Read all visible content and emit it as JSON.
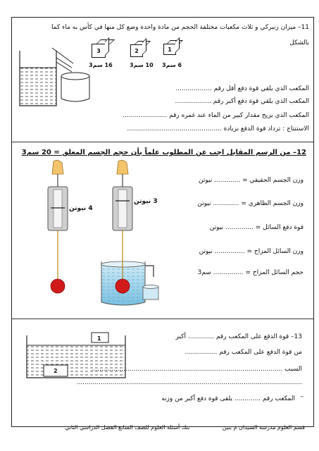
{
  "q11": {
    "title": "11– ميزان زنبركي و ثلاث مكعبات مختلفة الحجم من مادة واحدة وضع كل منها في كأس به ماء كما",
    "title_line2": "بالشكل",
    "cubes": [
      {
        "label": "3",
        "volume": "16 سم3"
      },
      {
        "label": "2",
        "volume": "10 سم3"
      },
      {
        "label": "1",
        "volume": "6 سم3"
      }
    ],
    "lines": [
      "المكعب الذي يلقي قوة دفع أقل رقم ..................",
      "المكعب الذي يلقي قوة دفع أكبر رقم ..................",
      "المكعب الذي يزيح مقدار كبير من الماء عند غمره رقم ......................",
      "الاستنتاج : تزداد قوة الدفع بزيادة ..............................................."
    ]
  },
  "q12": {
    "title": "12– من الرسم المقابل اجب عن المطلوب علماً بأن حجم الجسم المعلق = 20 سم3",
    "reading_left": "4 نيوتن",
    "reading_right": "3 نيوتن",
    "lines": [
      "وزن الجسم الحقيقي = ............. نيوتن",
      "وزن الجسم الظاهري = ............. نيوتن",
      "قوة دفع السائل = .............. نيوتن",
      "وزن السائل المزاح = ............... نيوتن",
      "حجم السائل المزاح = ............... سم3"
    ]
  },
  "q13": {
    "box1": "1",
    "box2": "2",
    "line1": "13– قوة الدفع على المكعب رقم ............. أكبر",
    "line2": "من قوة الدفع على المكعب رقم ................",
    "reason_label": "السبب ...............................................................................................",
    "reason_cont": "................................................................................................................",
    "dash": "–",
    "line3": "المكعب رقم ............. يلقى قوة دفع أكبر من وزنه"
  },
  "footer": {
    "right": "قسم العلوم مدرسة السيدان م بنين",
    "left": "بنك أسئلة العلوم للصف السابع الفصل الدراسي الثاني"
  }
}
